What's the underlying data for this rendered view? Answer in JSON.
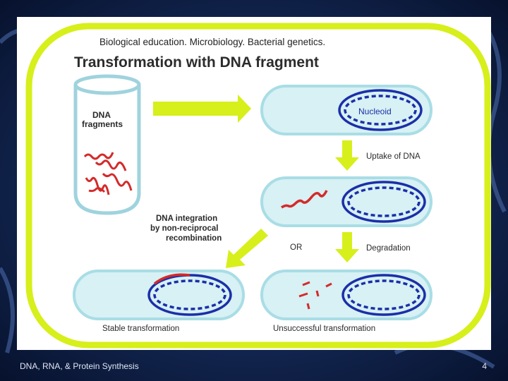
{
  "diagram": {
    "header": "Biological education. Microbiology. Bacterial genetics.",
    "title": "Transformation with DNA fragment",
    "labels": {
      "dna_fragments": [
        "DNA",
        "fragments"
      ],
      "nucleoid": "Nucleoid",
      "uptake": "Uptake of DNA",
      "integration": [
        "DNA integration",
        "by non-reciprocal",
        "recombination"
      ],
      "or": "OR",
      "degradation": "Degradation",
      "stable": "Stable transformation",
      "unsuccessful": "Unsuccessful transformation"
    }
  },
  "footer": {
    "left": "DNA, RNA, & Protein Synthesis",
    "page": "4"
  },
  "colors": {
    "frame": "#d7ef1a",
    "cell_fill": "#d7f1f4",
    "cell_stroke": "#a9dde6",
    "dna_blue": "#1b2fa8",
    "dna_red": "#d42a2a",
    "background": "#0b1a3e"
  }
}
